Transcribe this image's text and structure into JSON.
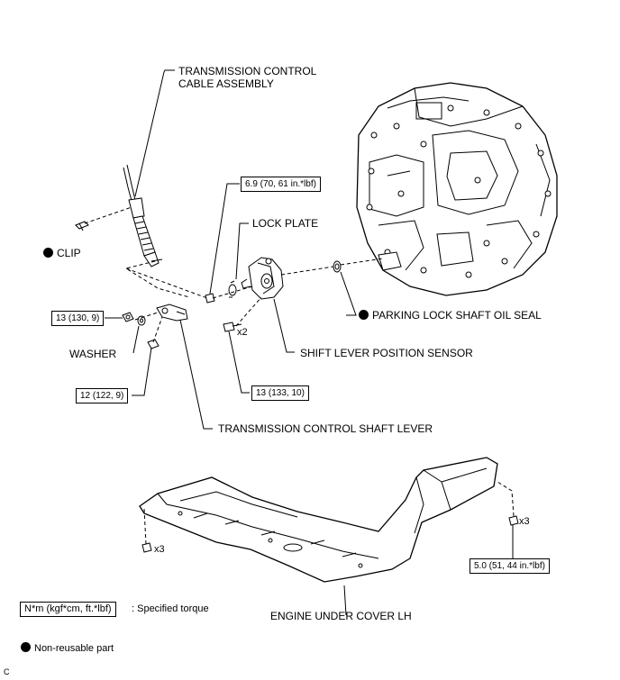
{
  "labels": {
    "transmission_control_cable_assembly": "TRANSMISSION CONTROL\nCABLE ASSEMBLY",
    "clip": "CLIP",
    "lock_plate": "LOCK PLATE",
    "washer": "WASHER",
    "shift_lever_position_sensor": "SHIFT LEVER POSITION SENSOR",
    "parking_lock_shaft_oil_seal": "PARKING LOCK SHAFT OIL SEAL",
    "transmission_control_shaft_lever": "TRANSMISSION CONTROL SHAFT LEVER",
    "engine_under_cover_lh": "ENGINE UNDER COVER LH"
  },
  "torques": {
    "lock_plate_nut": "6.9 (70, 61 in.*lbf)",
    "lever_nut": "13 (130, 9)",
    "washer_nut": "12 (122, 9)",
    "sensor_bolt": "13 (133, 10)",
    "under_cover_bolt": "5.0 (51, 44 in.*lbf)"
  },
  "quantities": {
    "sensor_bolts": "x2",
    "under_cover_bolts_left": "x3",
    "under_cover_bolts_right": "x3"
  },
  "legend": {
    "torque_unit": "N*m (kgf*cm, ft.*lbf)",
    "torque_desc": ": Specified torque",
    "non_reusable": "Non-reusable part"
  },
  "footer_code": "C",
  "colors": {
    "line": "#000000",
    "fill": "#ffffff",
    "shade": "#d9d9d9"
  }
}
